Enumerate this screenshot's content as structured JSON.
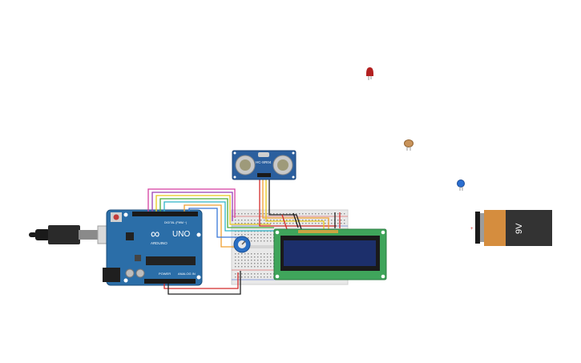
{
  "arduino": {
    "logo_text": "∞",
    "model_label": "UNO",
    "brand_label": "ARDUINO",
    "digital_label": "DIGITAL (PWM ~)",
    "power_label": "POWER",
    "analog_label": "ANALOG IN",
    "board_color": "#2b6ea8"
  },
  "sensor": {
    "model_label": "HC-SR04",
    "board_color": "#2b5f9e"
  },
  "battery": {
    "voltage_label": "9V",
    "terminal_label": "+"
  },
  "lcd": {
    "board_color": "#3fa55b",
    "screen_color": "#1c2f6b"
  },
  "components": {
    "led_color": "#b32020",
    "resistor_color": "#c8935a",
    "capacitor_color": "#2b6ed0",
    "potentiometer_color": "#2a6fc4"
  },
  "wire_colors": {
    "red": "#d22b2b",
    "black": "#222222",
    "orange": "#f0a030",
    "yellow": "#e8c81c",
    "green": "#4caa3a",
    "blue": "#3a78d8",
    "purple": "#9a3fb5",
    "pink": "#d63fa0",
    "cyan": "#2fb3c9"
  }
}
